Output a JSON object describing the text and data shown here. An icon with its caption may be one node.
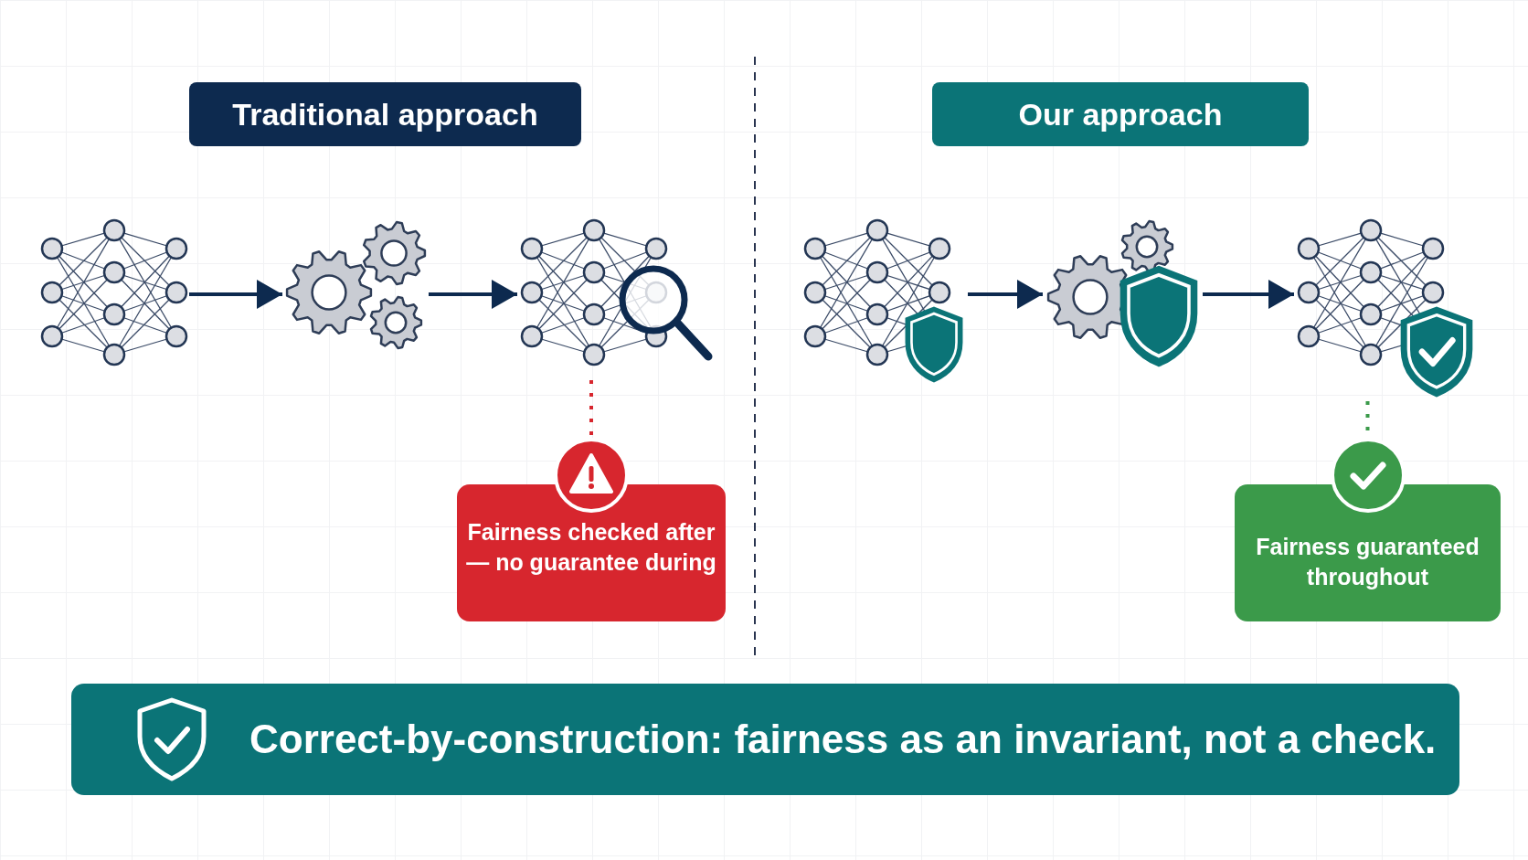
{
  "diagram": {
    "nodes": [
      {
        "text": [
          "Traditional approach"
        ]
      },
      {
        "text": [],
        "shape": "network"
      },
      {
        "text": [],
        "shape": "gears"
      },
      {
        "text": [],
        "shape": "network"
      },
      {
        "text": [
          "Fairness checked after — no guarantee during"
        ]
      },
      {
        "text": [
          "Our approach"
        ]
      },
      {
        "text": [],
        "shape": "network"
      },
      {
        "text": [],
        "shape": "gears"
      },
      {
        "text": [],
        "shape": "network"
      },
      {
        "text": [
          "Fairness guaranteed throughout"
        ]
      },
      {
        "text": [
          "Correct-by-construction: fairness as an invariant, not a check."
        ]
      }
    ],
    "edges": [
      {
        "from": 1,
        "to": 2,
        "arrow": "to"
      },
      {
        "from": 2,
        "to": 3,
        "arrow": "to"
      },
      {
        "from": 3,
        "to": 4,
        "arrow": "none",
        "style": "dashed",
        "color": "#d7262e"
      },
      {
        "from": 6,
        "to": 7,
        "arrow": "to"
      },
      {
        "from": 7,
        "to": 8,
        "arrow": "to"
      },
      {
        "from": 8,
        "to": 9,
        "arrow": "none",
        "style": "dashed",
        "color": "#3b9a4a"
      }
    ]
  }
}
